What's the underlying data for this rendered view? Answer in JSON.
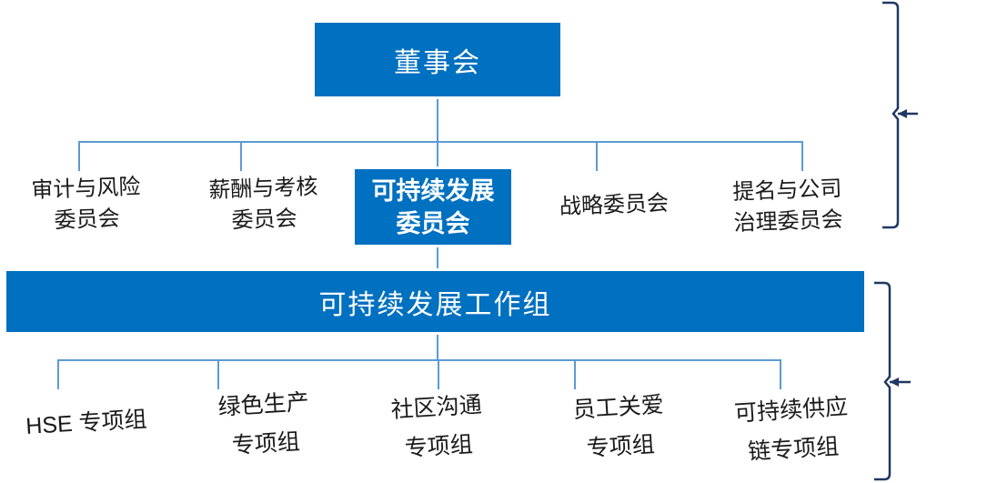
{
  "palette": {
    "node_blue": "#0070C0",
    "connector_blue": "#5B9BD5",
    "bracket_navy": "#1F3864",
    "label_text": "#1A1A1A",
    "node_text": "#FFFFFF"
  },
  "board": {
    "label": "董事会"
  },
  "committees": [
    {
      "line1": "审计与风险",
      "line2": "委员会"
    },
    {
      "line1": "薪酬与考核",
      "line2": "委员会"
    },
    {
      "line1": "可持续发展",
      "line2": "委员会"
    },
    {
      "line1": "战略委员会",
      "line2": ""
    },
    {
      "line1": "提名与公司",
      "line2": "治理委员会"
    }
  ],
  "working_group": {
    "label": "可持续发展工作组"
  },
  "task_groups": [
    {
      "line1": "HSE 专项组",
      "line2": ""
    },
    {
      "line1": "绿色生产",
      "line2": "专项组"
    },
    {
      "line1": "社区沟通",
      "line2": "专项组"
    },
    {
      "line1": "员工关爱",
      "line2": "专项组"
    },
    {
      "line1": "可持续供应",
      "line2": "链专项组"
    }
  ],
  "icons": {
    "bracket_top": "right-group-brace",
    "bracket_bottom": "right-group-brace"
  }
}
